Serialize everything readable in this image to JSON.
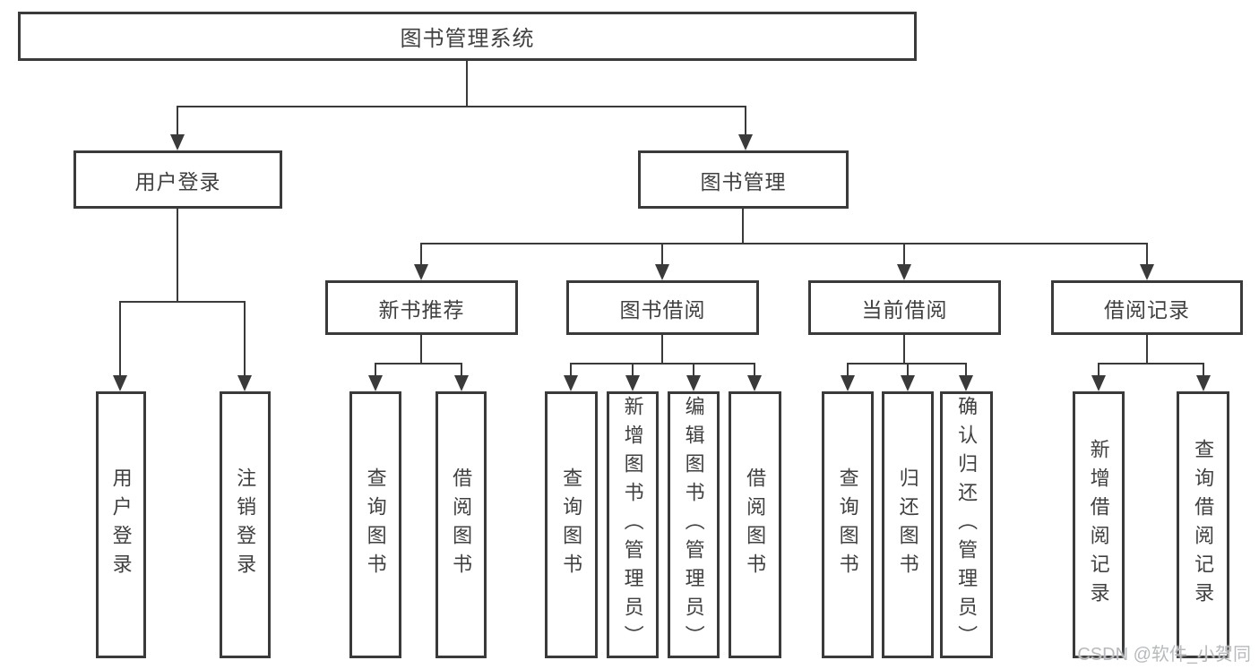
{
  "diagram": {
    "root": "图书管理系统",
    "level2": [
      "用户登录",
      "图书管理"
    ],
    "level3": [
      "新书推荐",
      "图书借阅",
      "当前借阅",
      "借阅记录"
    ],
    "leaves": {
      "user_login": [
        "用户登录",
        "注销登录"
      ],
      "new_books": [
        "查询图书",
        "借阅图书"
      ],
      "book_borrow": [
        "查询图书",
        "新增图书（管理员）",
        "编辑图书（管理员）",
        "借阅图书"
      ],
      "current_borrow": [
        "查询图书",
        "归还图书",
        "确认归还（管理员）"
      ],
      "borrow_records": [
        "新增借阅记录",
        "查询借阅记录"
      ]
    },
    "watermark": "CSDN @软件_小贺同学",
    "colors": {
      "line": "#3a3a3a",
      "text": "#404040",
      "watermark": "#b7babd",
      "background": "#ffffff"
    }
  }
}
